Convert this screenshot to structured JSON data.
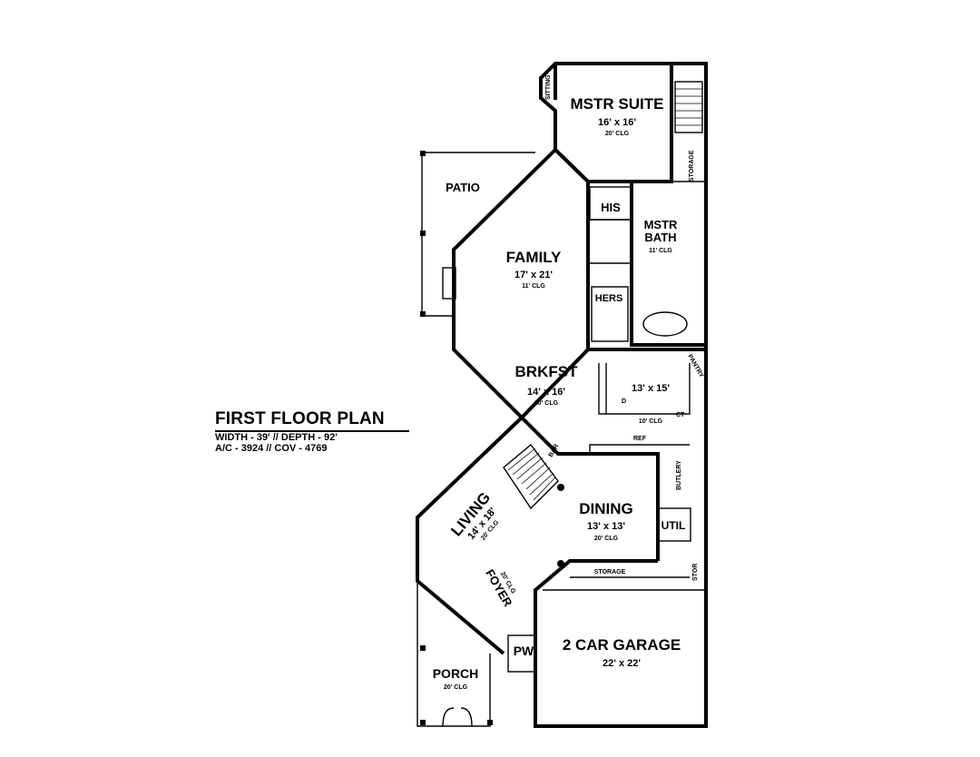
{
  "plan": {
    "title": "FIRST FLOOR PLAN",
    "specs": [
      "WIDTH - 39' // DEPTH - 92'",
      "A/C - 3924 // COV - 4769"
    ]
  },
  "rooms": {
    "mstr_suite": {
      "name": "MSTR SUITE",
      "size": "16' x 16'",
      "ceiling": "20' CLG"
    },
    "sitting": {
      "name": "SITTING"
    },
    "storage_upper": {
      "name": "STORAGE"
    },
    "his": {
      "name": "HIS"
    },
    "hers": {
      "name": "HERS"
    },
    "mstr_bath": {
      "name_line1": "MSTR",
      "name_line2": "BATH",
      "ceiling": "11' CLG"
    },
    "patio": {
      "name": "PATIO"
    },
    "family": {
      "name": "FAMILY",
      "size": "17' x 21'",
      "ceiling": "11' CLG"
    },
    "brkfst": {
      "name": "BRKFST",
      "size": "14' x 16'",
      "ceiling": "10' CLG"
    },
    "kitchen": {
      "size": "13' x 15'",
      "ceiling": "10' CLG"
    },
    "pantry": {
      "name": "PANTRY"
    },
    "ct": {
      "name": "CT"
    },
    "d": {
      "name": "D"
    },
    "ref": {
      "name": "REF"
    },
    "bar": {
      "name": "BAR"
    },
    "butlery": {
      "name": "BUTLERY"
    },
    "living": {
      "name": "LIVING",
      "size": "14' x 18'",
      "ceiling": "20' CLG"
    },
    "dining": {
      "name": "DINING",
      "size": "13' x 13'",
      "ceiling": "20' CLG"
    },
    "util": {
      "name": "UTIL"
    },
    "storage_lower": {
      "name": "STORAGE"
    },
    "stor": {
      "name": "STOR"
    },
    "foyer": {
      "name": "FOYER",
      "ceiling": "20' CLG"
    },
    "pw": {
      "name": "PW"
    },
    "garage": {
      "name": "2 CAR GARAGE",
      "size": "22' x 22'"
    },
    "porch": {
      "name": "PORCH",
      "ceiling": "20' CLG"
    }
  }
}
